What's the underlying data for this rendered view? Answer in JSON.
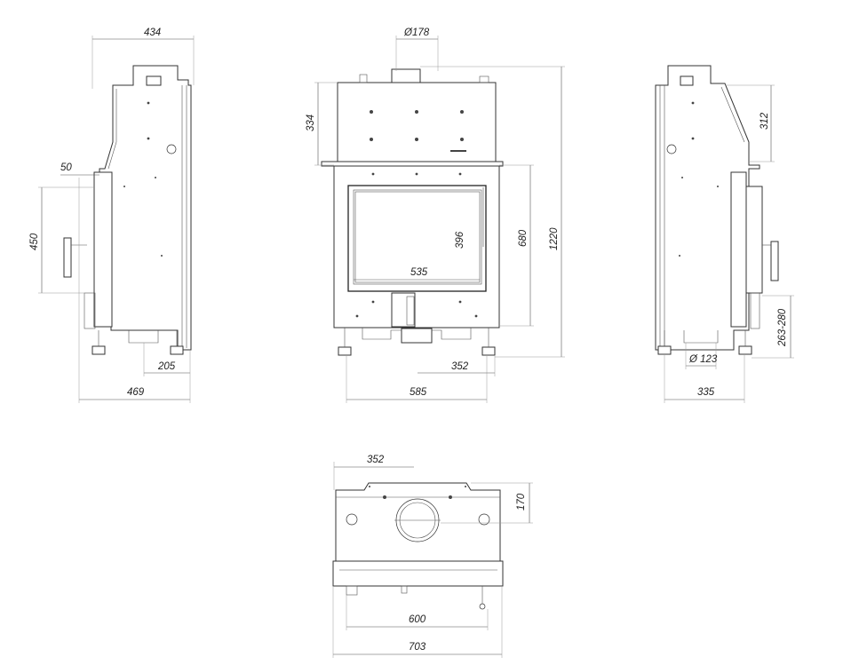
{
  "colors": {
    "line": "#333333",
    "dimension_line": "#555555",
    "text": "#222222",
    "background": "#ffffff"
  },
  "dimensions": {
    "side_left_depth_top": "434",
    "side_left_offset": "50",
    "side_left_door_height": "450",
    "side_left_flue_offset": "205",
    "side_left_depth_total": "469",
    "front_flue_diameter": "Ø178",
    "front_top_height": "334",
    "front_window_height": "396",
    "front_window_width": "535",
    "front_door_height": "680",
    "front_total_height": "1220",
    "front_half_width": "352",
    "front_total_width": "585",
    "side_right_top_height": "312",
    "side_right_leg_height": "263-280",
    "side_right_air_diameter": "Ø 123",
    "side_right_depth": "335",
    "top_half_width": "352",
    "top_depth": "170",
    "top_inner_width": "600",
    "top_total_width": "703"
  }
}
